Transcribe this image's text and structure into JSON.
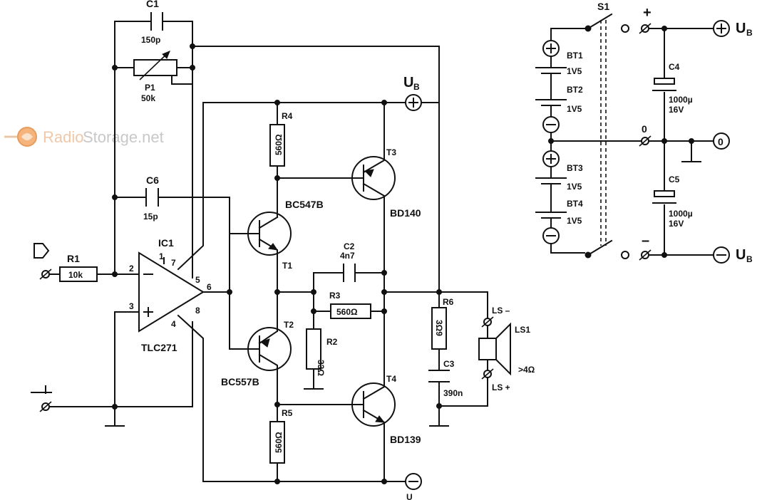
{
  "watermark": {
    "part1": "Radio",
    "part2": "Storage.net"
  },
  "labels": {
    "c1": "C1",
    "c1v": "150p",
    "p1": "P1",
    "p1v": "50k",
    "c6": "C6",
    "c6v": "15p",
    "r1": "R1",
    "r1v": "10k",
    "ic1": "IC1",
    "ic1p": "TLC271",
    "pin1": "1",
    "pin2": "2",
    "pin3": "3",
    "pin4": "4",
    "pin5": "5",
    "pin6": "6",
    "pin7": "7",
    "pin8": "8",
    "r4": "R4",
    "r4v": "560Ω",
    "r5": "R5",
    "r5v": "560Ω",
    "t1": "T1",
    "t1p": "BC547B",
    "t2": "T2",
    "t2p": "BC557B",
    "t3": "T3",
    "t3p": "BD140",
    "t4": "T4",
    "t4p": "BD139",
    "c2": "C2",
    "c2v": "4n7",
    "r3": "R3",
    "r3v": "560Ω",
    "r2": "R2",
    "r2v": "33Ω",
    "r6": "R6",
    "r6v": "3Ω9",
    "c3": "C3",
    "c3v": "390n",
    "ls1": "LS1",
    "lsminus": "LS –",
    "lsplus": "LS +",
    "ohm": ">4Ω",
    "ub": "U",
    "ubsub": "B",
    "s1": "S1",
    "bt1": "BT1",
    "bt1v": "1V5",
    "bt2": "BT2",
    "bt2v": "1V5",
    "bt3": "BT3",
    "bt3v": "1V5",
    "bt4": "BT4",
    "bt4v": "1V5",
    "c4": "C4",
    "c4v": "1000µ",
    "c4v2": "16V",
    "c5": "C5",
    "c5v": "1000µ",
    "c5v2": "16V",
    "plus": "+",
    "minus": "–",
    "zero": "0",
    "bottomu": "U"
  }
}
